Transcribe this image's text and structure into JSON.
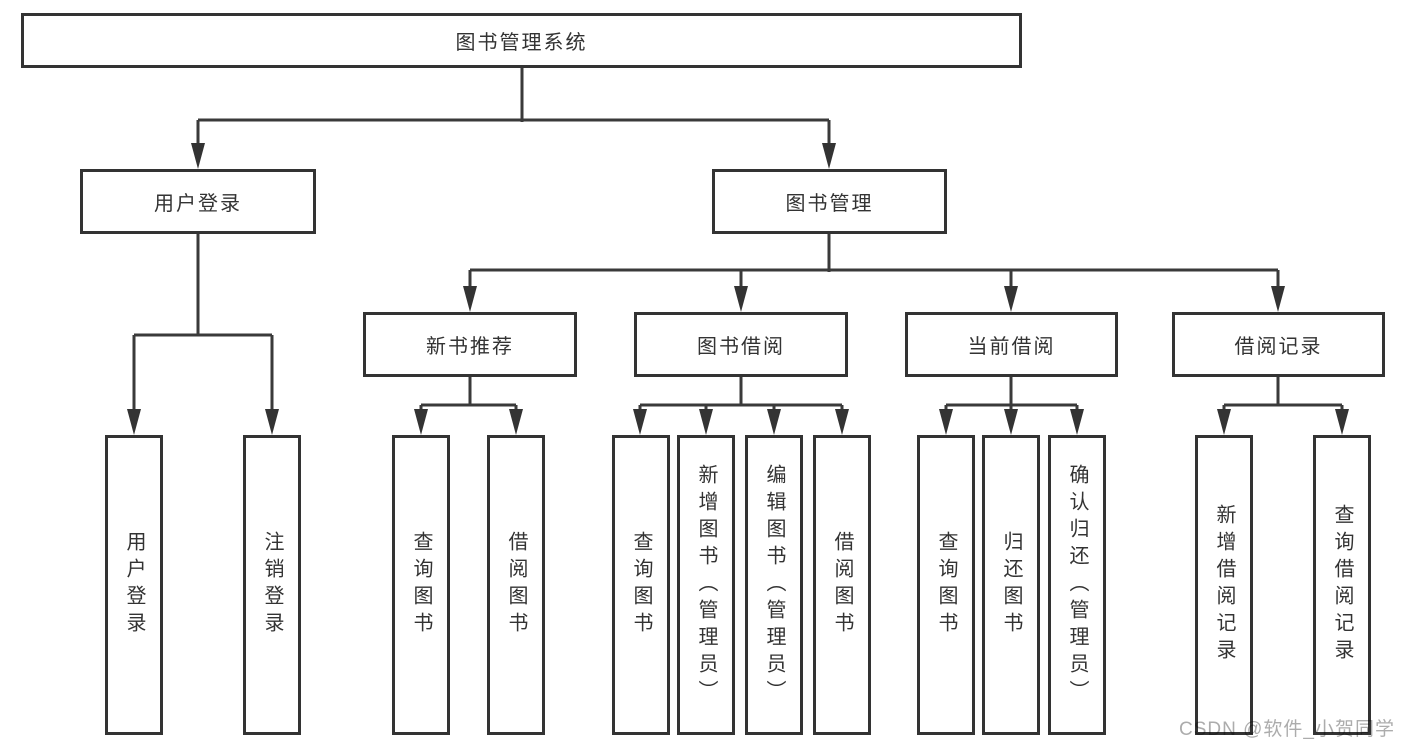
{
  "nodes": {
    "root": "图书管理系统",
    "user_login": "用户登录",
    "book_management": "图书管理",
    "new_book_rec": "新书推荐",
    "book_borrowing": "图书借阅",
    "current_borrowing": "当前借阅",
    "borrowing_records": "借阅记录",
    "ul_user_login": "用户登录",
    "ul_logout": "注销登录",
    "nbr_query_books": "查询图书",
    "nbr_borrow_books": "借阅图书",
    "bb_query_books": "查询图书",
    "bb_add_books": "新增图书（管理员）",
    "bb_edit_books": "编辑图书（管理员）",
    "bb_borrow_books": "借阅图书",
    "cb_query_books": "查询图书",
    "cb_return_books": "归还图书",
    "cb_confirm_return": "确认归还（管理员）",
    "br_add_record": "新增借阅记录",
    "br_query_record": "查询借阅记录"
  },
  "watermark": "CSDN @软件_小贺同学",
  "colors": {
    "line": "#3a3a3a",
    "box_border": "#333333",
    "text": "#333333",
    "background": "#ffffff",
    "watermark": "#9e9e9e"
  }
}
